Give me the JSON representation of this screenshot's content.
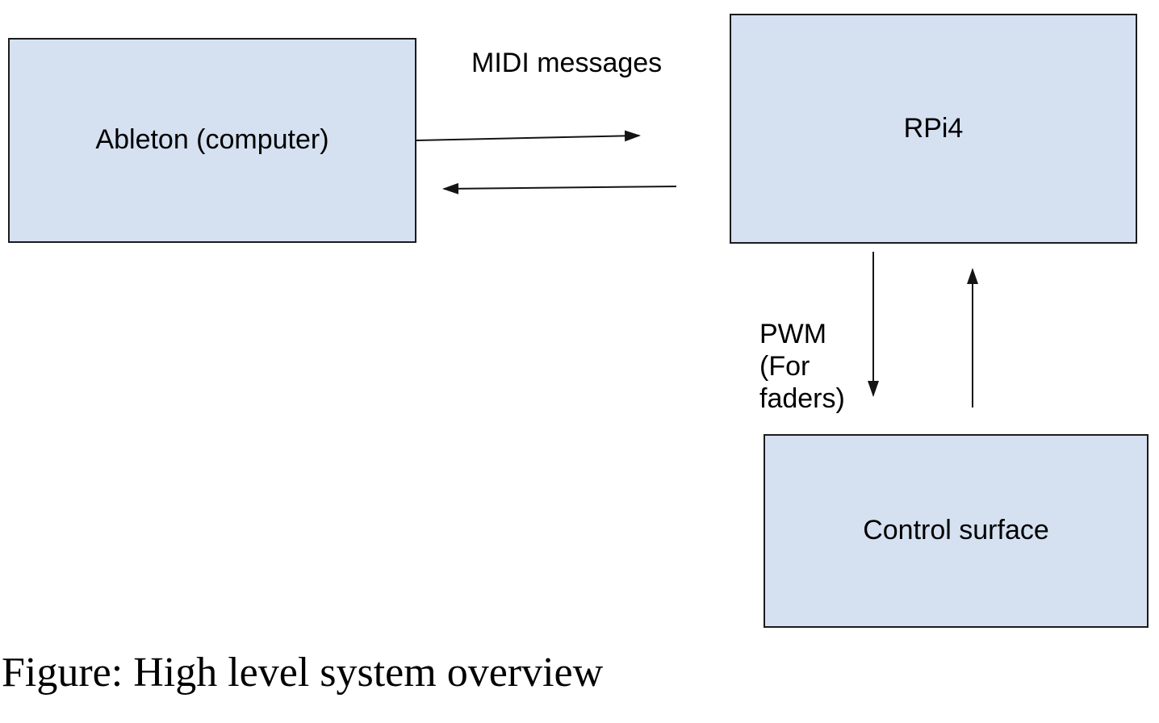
{
  "page": {
    "background": "#ffffff"
  },
  "caption": {
    "text": "Figure: High level system overview"
  },
  "nodes": [
    {
      "id": "ableton",
      "label": "Ableton (computer)"
    },
    {
      "id": "rpi4",
      "label": "RPi4"
    },
    {
      "id": "control_surface",
      "label": "Control surface"
    }
  ],
  "edges": [
    {
      "from": "ableton",
      "to": "rpi4",
      "label": "MIDI messages",
      "direction": "right"
    },
    {
      "from": "rpi4",
      "to": "ableton",
      "label": "",
      "direction": "left"
    },
    {
      "from": "rpi4",
      "to": "control_surface",
      "label": "PWM (For faders)",
      "direction": "down"
    },
    {
      "from": "control_surface",
      "to": "rpi4",
      "label": "",
      "direction": "up"
    }
  ],
  "edge_labels": {
    "midi": "MIDI messages",
    "pwm_line1": "PWM",
    "pwm_line2": "(For",
    "pwm_line3": "faders)"
  },
  "colors": {
    "node_fill": "#d5e1f1",
    "node_border": "#1b1b1b",
    "arrow_stroke": "#141414",
    "text": "#000000"
  }
}
